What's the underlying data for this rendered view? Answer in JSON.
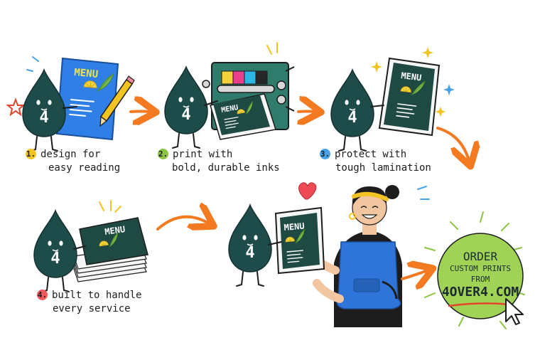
{
  "mascot": {
    "number": "4"
  },
  "menu_word": "MENU",
  "steps": [
    {
      "badge": "1.",
      "badge_color": "#f3c321",
      "line1": "design for",
      "line2": "easy reading"
    },
    {
      "badge": "2.",
      "badge_color": "#8cc43f",
      "line1": "print with",
      "line2": "bold, durable inks"
    },
    {
      "badge": "3.",
      "badge_color": "#46a2e6",
      "line1": "protect with",
      "line2": "tough lamination"
    },
    {
      "badge": "4.",
      "badge_color": "#ef5a5a",
      "line1": "built to handle",
      "line2": "every service"
    }
  ],
  "cta": {
    "line1": "ORDER",
    "line2": "CUSTOM PRINTS",
    "line3": "FROM",
    "line4": "4OVER4.COM",
    "circle_color": "#9fd255",
    "underline_color": "#e3452c"
  },
  "colors": {
    "mascot": "#1e4c4a",
    "menu_blue": "#2f7fe6",
    "menu_dark": "#1f4a44",
    "arrow": "#f47a22",
    "lemon": "#f3d23c",
    "leaf": "#7fbf4b",
    "apron": "#2f74d8",
    "heart": "#ee4b56"
  },
  "icons": [
    "pencil-icon",
    "sparkle-icon",
    "heart-icon",
    "cursor-icon",
    "arrow-icon",
    "star-icon"
  ]
}
